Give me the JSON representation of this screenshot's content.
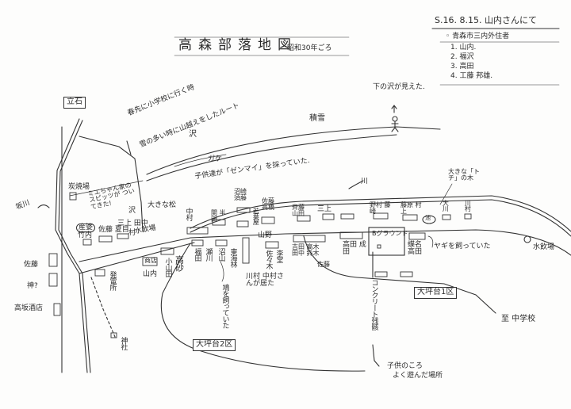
{
  "header": {
    "date_source": "S.16. 8.15. 山内さんにて",
    "informants_heading": "◦ 青森市三内外住者",
    "informants": [
      "1. 山内.",
      "2. 福沢",
      "3. 高田",
      "4. 工藤 邦雄."
    ]
  },
  "title": {
    "main": "高森部落地図",
    "era": "昭和30年ごろ"
  },
  "labels": {
    "tateishi": "立石",
    "route_note_1": "春先に小学校に行く時",
    "route_note_2": "雪の多い時に山越えをしたルート",
    "sawa": "沢",
    "sekisetsu": "積雪",
    "view_note": "下の沢が見えた.",
    "gake": "ガケ",
    "zenmai_note": "子供達が「ゼンマイ」を採っていた.",
    "sumiyaki": "炭焼場",
    "sakagawa": "坂川",
    "spitz_note": "ミエちゃん家の スピッツが ついてきた!",
    "sawa2": "沢",
    "big_pine": "大きな松",
    "water_left": "水飲場",
    "sanba": "産婆",
    "takeuchi": "竹内",
    "sato_natsume": "佐藤 夏目",
    "mikami_tanaka": "三上 田中",
    "murata": "村",
    "sato_left": "佐藤",
    "jinja_q": "神?",
    "kosaka_sake": "高坂酒店",
    "hatsudensho": "発電所",
    "jinja": "神社",
    "shoten": "商店",
    "yamauchi": "山内",
    "oyamada": "小山田",
    "takasago": "高砂",
    "fukuda": "福田",
    "segawa": "瀬川",
    "numayama": "沼山",
    "shoji": "東海林",
    "pigeon_note": "鳩を飼っていた",
    "kawamura_note": "川村 中村さんが居た",
    "sasaki": "佐々木",
    "rido": "李堂",
    "otsubodai2": "大坪台2区",
    "nakamura": "中村",
    "seki_handa": "関 半田",
    "numa_sudo": "沼崎 須藤",
    "sato_takahashi": "佐藤 高橋",
    "wakabaya": "若葉屋",
    "yamano": "山野",
    "yoshida_group": "吉田 高木 田中 鈴木",
    "sato_group2": "佐藤",
    "takada_narita": "高田 成田",
    "ground": "Bグラウンド",
    "choumei_takada": "蝶名 高田",
    "goat_note": "ヤギを飼っていた",
    "water_right": "水飲場",
    "kawa": "川",
    "tochi_tree": "大きな「トチ」の木",
    "ike": "池",
    "saito_yamada": "斉藤 山田",
    "mikami2": "三上",
    "nomura_fujisaki": "野村 藤崎",
    "fujiwara_murakami": "藤原 村上",
    "okawa": "大川",
    "kawamura2": "川村",
    "otsubodai1": "大坪台1区",
    "to_jhs": "至 中学校",
    "concrete": "コンクリート残骸",
    "play_note_1": "子供のころ",
    "play_note_2": "よく遊んだ場所"
  }
}
